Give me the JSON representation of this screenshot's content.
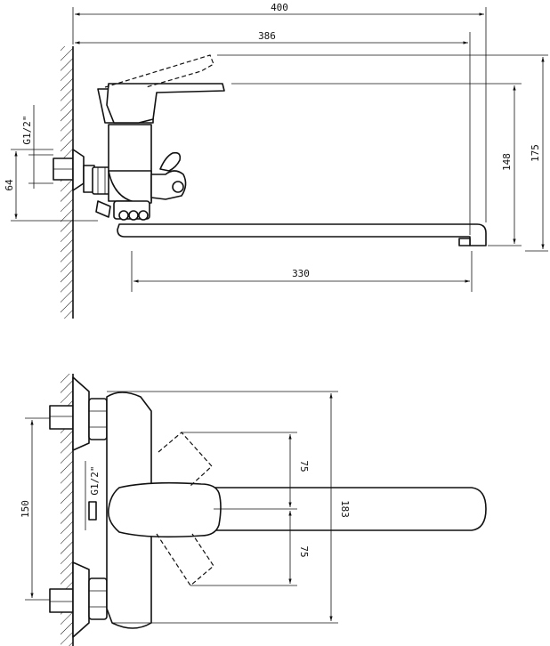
{
  "dimensions": {
    "overall_length": "400",
    "spout_reach": "386",
    "spout_length": "330",
    "outlet_height": "148",
    "overall_height": "175",
    "inlet_thread_side": "G1/2\"",
    "inlet_offset": "64",
    "inlet_thread_top": "G1/2\"",
    "centre_distance": "150",
    "lever_swing_upper": "75",
    "lever_swing_lower": "75",
    "body_height": "183"
  },
  "colors": {
    "line": "#111111",
    "background": "#ffffff"
  }
}
